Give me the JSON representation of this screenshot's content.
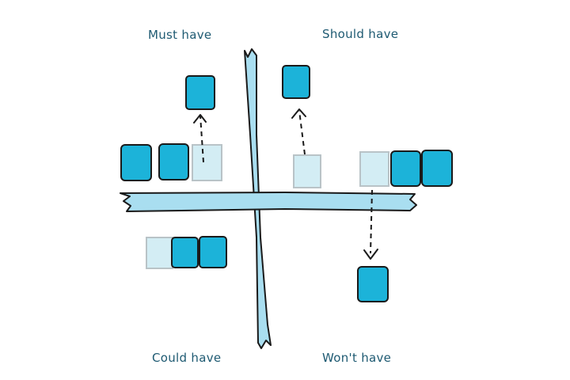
{
  "quadrants": {
    "must": "Must have",
    "should": "Should have",
    "could": "Could have",
    "wont": "Won't have"
  },
  "colors": {
    "note": "#1cb3d9",
    "note_faded": "#d3edf4",
    "tape": "#a9def0",
    "outline": "#1a1a1a",
    "label": "#1e5a72"
  }
}
